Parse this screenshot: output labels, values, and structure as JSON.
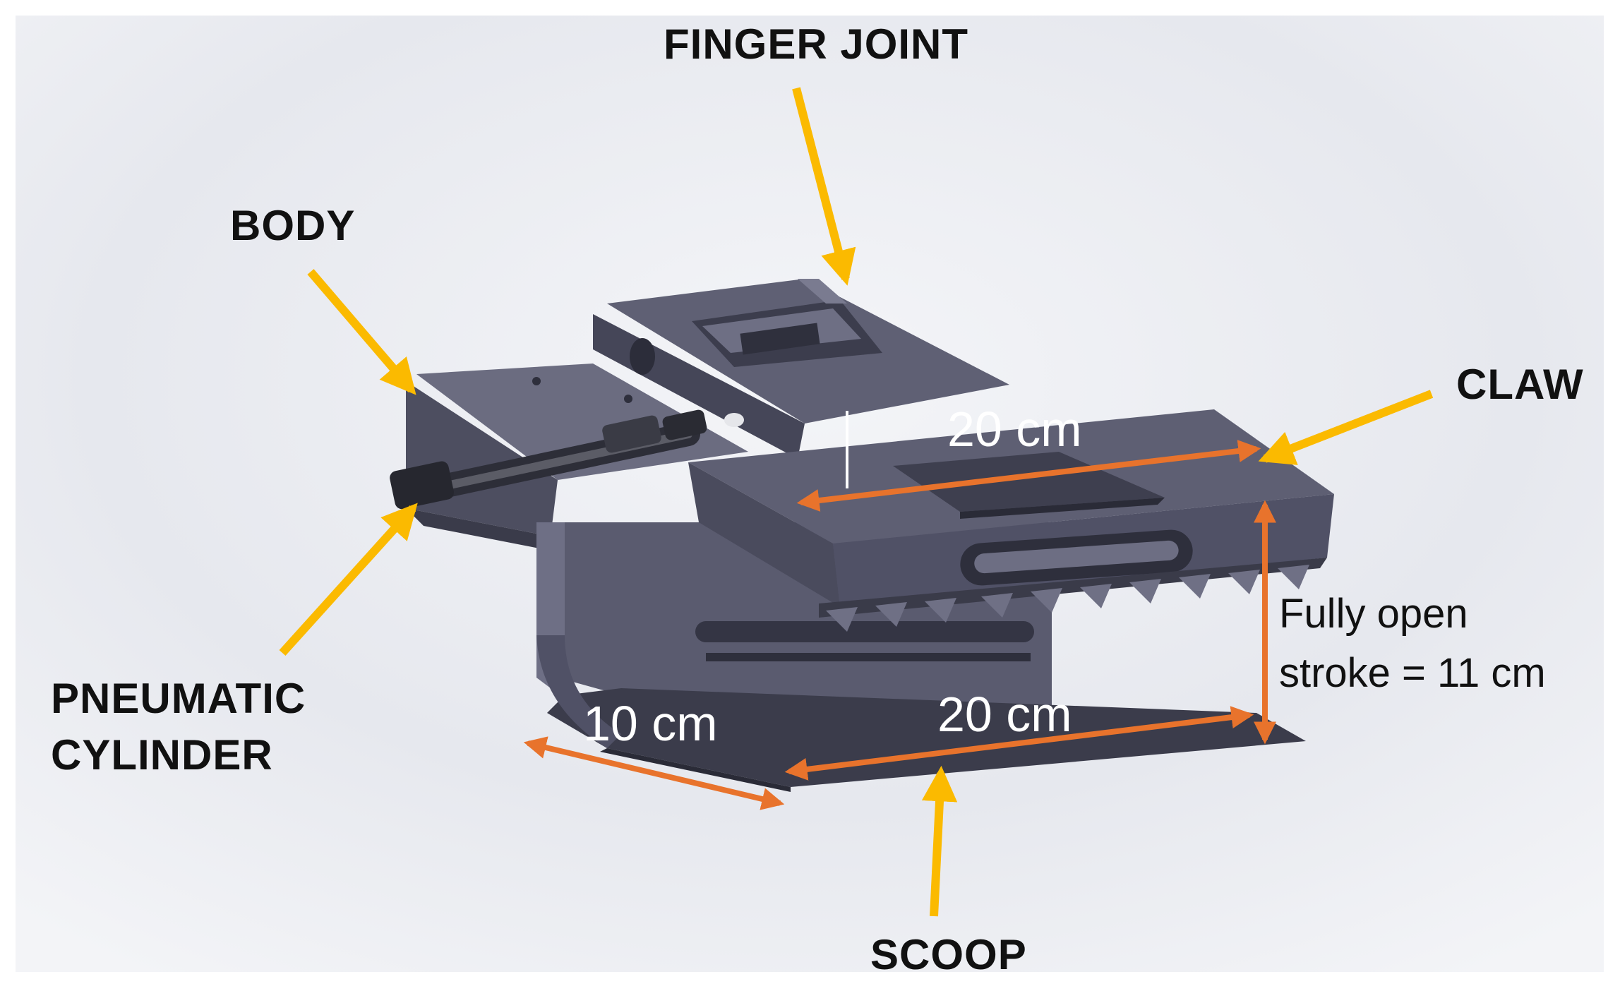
{
  "labels": {
    "finger_joint": "FINGER JOINT",
    "body": "BODY",
    "claw": "CLAW",
    "pneumatic": "PNEUMATIC",
    "cylinder": "CYLINDER",
    "scoop": "SCOOP"
  },
  "dimensions": {
    "claw_length": "20 cm",
    "scoop_length": "20 cm",
    "scoop_depth": "10 cm",
    "stroke_line1": "Fully open",
    "stroke_line2": "stroke = 11 cm"
  },
  "colors": {
    "callout_arrow": "#FBBA00",
    "dimension_arrow": "#E8732C",
    "part_fill": "#55566a",
    "background": "#e9ebf0"
  }
}
